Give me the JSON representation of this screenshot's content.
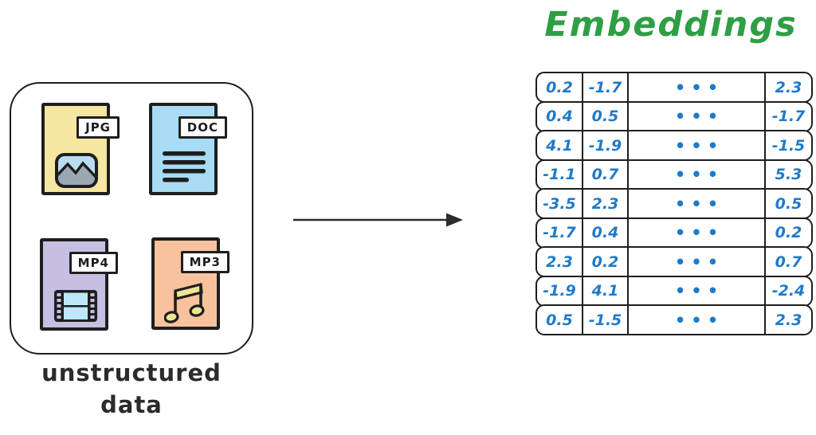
{
  "title": "Embeddings",
  "source_box": {
    "caption_line1": "unstructured",
    "caption_line2": "data",
    "files": [
      {
        "label": "JPG",
        "bg": "#f5e6a0",
        "icon": "image-icon"
      },
      {
        "label": "DOC",
        "bg": "#a8dcf5",
        "icon": "text-lines-icon"
      },
      {
        "label": "MP4",
        "bg": "#c6bfe2",
        "icon": "film-strip-icon"
      },
      {
        "label": "MP3",
        "bg": "#f7c29d",
        "icon": "music-note-icon"
      }
    ]
  },
  "arrow": {
    "direction": "right",
    "color": "#2b2b2b"
  },
  "embeddings_table": {
    "dots": "•••",
    "value_color": "#1f7ac9",
    "rows": [
      {
        "c1": "0.2",
        "c2": "-1.7",
        "c4": "2.3"
      },
      {
        "c1": "0.4",
        "c2": "0.5",
        "c4": "-1.7"
      },
      {
        "c1": "4.1",
        "c2": "-1.9",
        "c4": "-1.5"
      },
      {
        "c1": "-1.1",
        "c2": "0.7",
        "c4": "5.3"
      },
      {
        "c1": "-3.5",
        "c2": "2.3",
        "c4": "0.5"
      },
      {
        "c1": "-1.7",
        "c2": "0.4",
        "c4": "0.2"
      },
      {
        "c1": "2.3",
        "c2": "0.2",
        "c4": "0.7"
      },
      {
        "c1": "-1.9",
        "c2": "4.1",
        "c4": "-2.4"
      },
      {
        "c1": "0.5",
        "c2": "-1.5",
        "c4": "2.3"
      }
    ]
  },
  "colors": {
    "title_green": "#2f9e44",
    "stroke": "#1e1e1e",
    "value_blue": "#1f7ac9"
  }
}
